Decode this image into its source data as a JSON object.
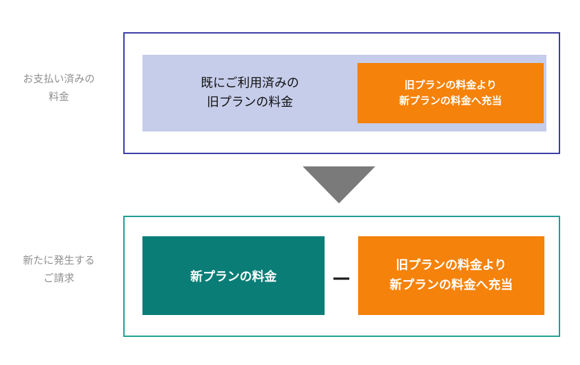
{
  "sidebar_labels": {
    "paid_fee": {
      "line1": "お支払い済みの",
      "line2": "料金"
    },
    "new_billing": {
      "line1": "新たに発生する",
      "line2": "ご請求"
    }
  },
  "top_section": {
    "used_old_plan": {
      "line1": "既にご利用済みの",
      "line2": "旧プランの料金"
    },
    "allocation": {
      "line1": "旧プランの料金より",
      "line2": "新プランの料金へ充当"
    }
  },
  "bottom_section": {
    "new_plan": {
      "label": "新プランの料金"
    },
    "minus": "—",
    "allocation": {
      "line1": "旧プランの料金より",
      "line2": "新プランの料金へ充当"
    }
  },
  "icons": {
    "down_arrow": "▼"
  },
  "colors": {
    "top_border": "#3b3ba6",
    "lavender": "#c6cdea",
    "orange": "#f5820a",
    "teal_fill": "#0a7d77",
    "teal_border": "#1f9e93",
    "arrow_gray": "#7a7a7a",
    "label_gray": "#8f8f8f"
  }
}
